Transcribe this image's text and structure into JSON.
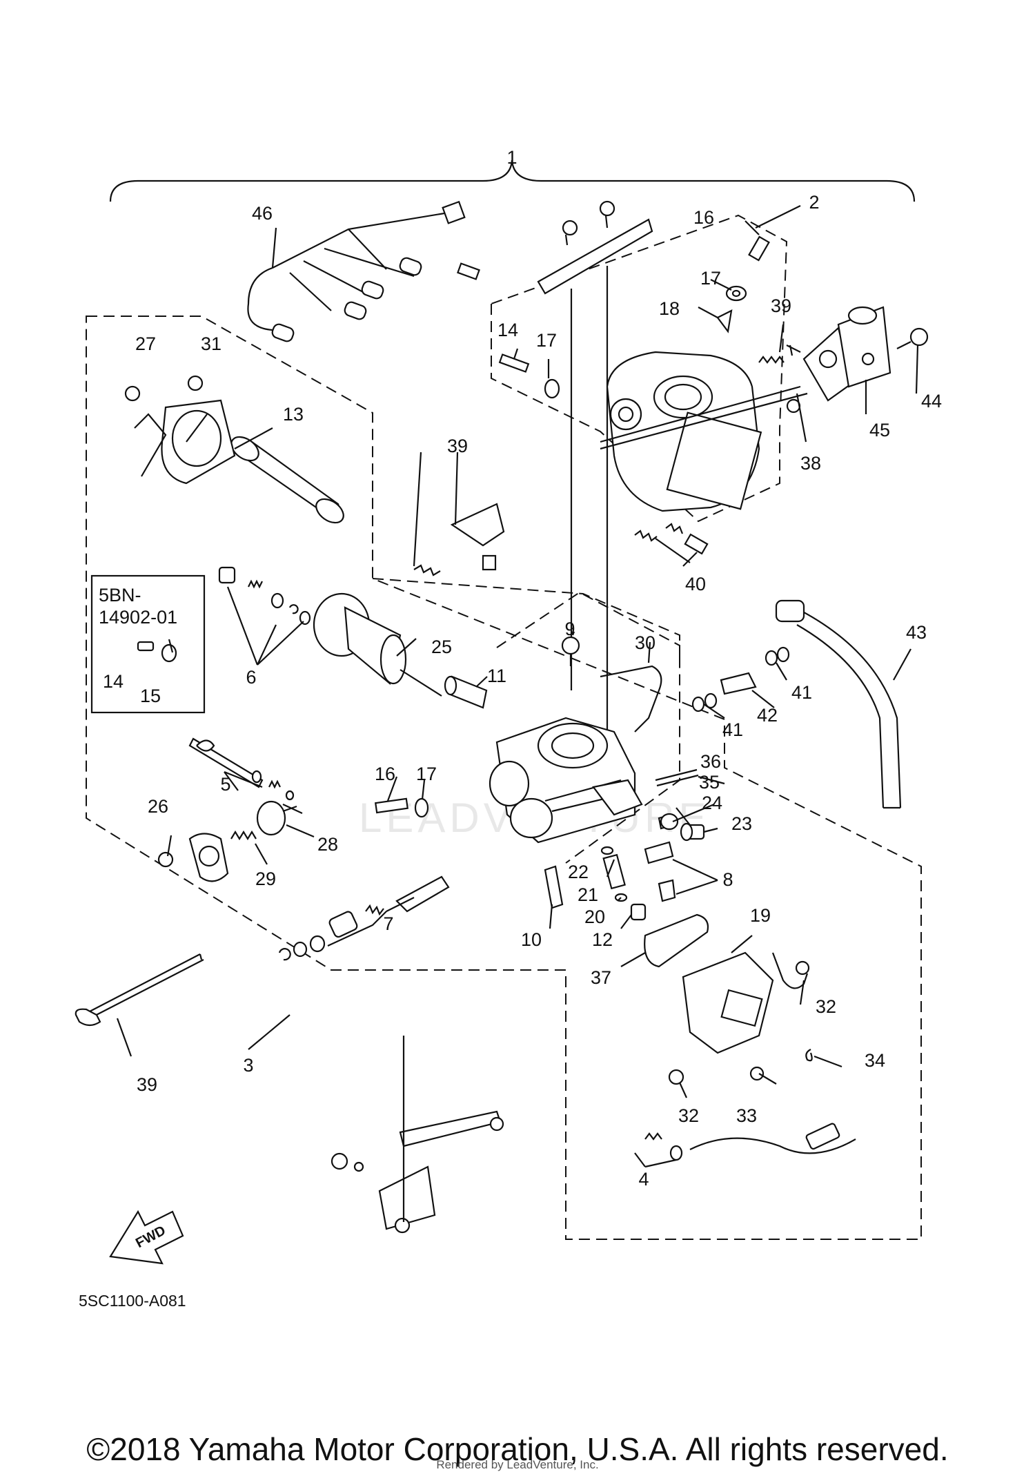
{
  "diagram": {
    "diagram_code": "5SC1100-A081",
    "fwd_label": "FWD",
    "kit_label_line1": "5BN-",
    "kit_label_line2": "14902-01",
    "watermark": "LEADVENTURE"
  },
  "callouts": {
    "c1": "1",
    "c2": "2",
    "c3": "3",
    "c4": "4",
    "c5": "5",
    "c6": "6",
    "c7": "7",
    "c8": "8",
    "c9": "9",
    "c10": "10",
    "c11": "11",
    "c12": "12",
    "c13": "13",
    "c14a": "14",
    "c14b": "14",
    "c15": "15",
    "c16a": "16",
    "c16b": "16",
    "c17a": "17",
    "c17b": "17",
    "c17c": "17",
    "c18": "18",
    "c19": "19",
    "c20": "20",
    "c21": "21",
    "c22": "22",
    "c23": "23",
    "c24": "24",
    "c25": "25",
    "c26": "26",
    "c27": "27",
    "c28": "28",
    "c29": "29",
    "c30": "30",
    "c31": "31",
    "c32a": "32",
    "c32b": "32",
    "c33": "33",
    "c34": "34",
    "c35": "35",
    "c36": "36",
    "c37": "37",
    "c38": "38",
    "c39a": "39",
    "c39b": "39",
    "c39c": "39",
    "c40": "40",
    "c41a": "41",
    "c41b": "41",
    "c42": "42",
    "c43": "43",
    "c44": "44",
    "c45": "45",
    "c46": "46"
  },
  "footer": {
    "copyright": "©2018 Yamaha Motor Corporation, U.S.A. All rights reserved.",
    "rendered_by": "Rendered by LeadVenture, Inc."
  }
}
